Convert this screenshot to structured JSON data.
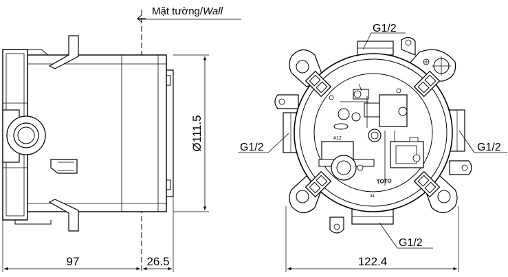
{
  "wall_label": {
    "text": "Mặt tường/",
    "italic": "Wall"
  },
  "side_view": {
    "diameter": "Ø111.5",
    "depth_main": "97",
    "depth_wall": "26.5"
  },
  "front_view": {
    "width": "122.4",
    "port_top": "G1/2",
    "port_left": "G1/2",
    "port_right": "G1/2",
    "port_bottom": "G1/2",
    "brand_mark": "TOTO",
    "small_label": "34",
    "cartridge_label": "#12"
  },
  "colors": {
    "line": "#000000",
    "background": "#ffffff"
  }
}
